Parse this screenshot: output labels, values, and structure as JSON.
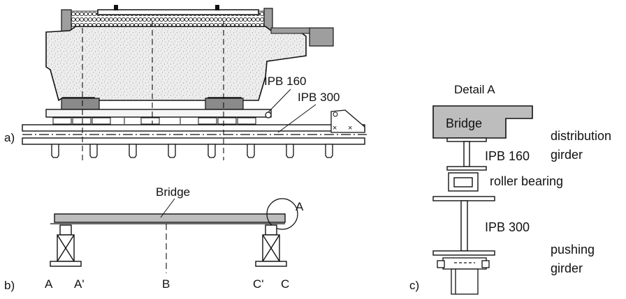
{
  "panel_a": {
    "label": "a)",
    "ipb160_label": "IPB 160",
    "ipb300_label": "IPB 300"
  },
  "panel_b": {
    "label": "b)",
    "bridge_label": "Bridge",
    "detail_marker": "A",
    "support_labels": [
      "A",
      "A'",
      "B",
      "C'",
      "C"
    ]
  },
  "panel_c": {
    "label": "c)",
    "title": "Detail A",
    "bridge_label": "Bridge",
    "ipb160_label": "IPB 160",
    "distribution_line1": "distribution",
    "distribution_line2": "girder",
    "roller_label": "roller bearing",
    "ipb300_label": "IPB 300",
    "pushing_line1": "pushing",
    "pushing_line2": "girder"
  },
  "colors": {
    "bridge_fill": "#bdbdbd",
    "stroke": "#111111",
    "pad_fill": "#8a8a8a"
  }
}
